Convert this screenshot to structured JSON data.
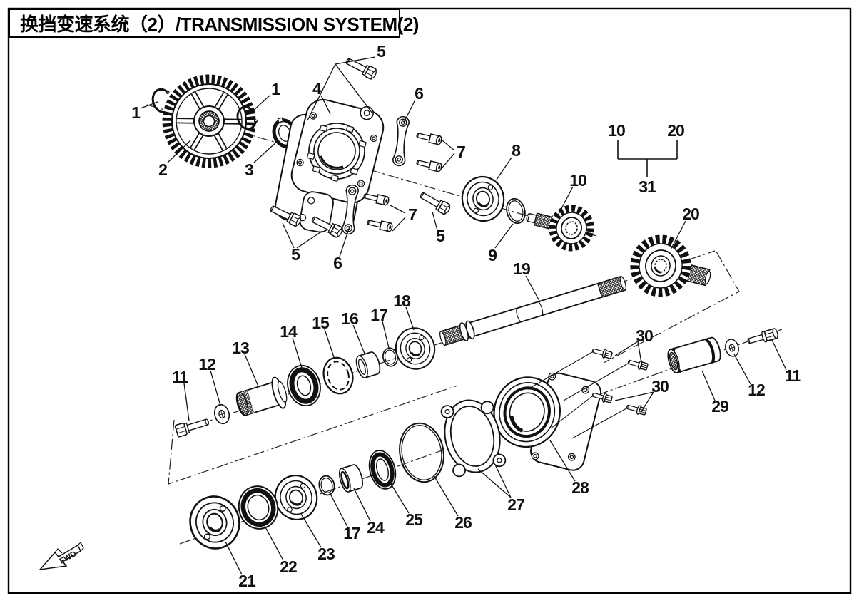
{
  "page": {
    "title": "换挡变速系统（2）/TRANSMISSION SYSTEM(2)",
    "fwd_label": "FWD"
  },
  "diagram": {
    "callouts": {
      "n1a": "1",
      "n2": "2",
      "n1b": "1",
      "n3": "3",
      "n4": "4",
      "n5a": "5",
      "n6a": "6",
      "n7a": "7",
      "n8": "8",
      "n5b": "5",
      "n6b": "6",
      "n7b": "7",
      "n5c": "5",
      "n9": "9",
      "n10a": "10",
      "n10br": "10",
      "n20br": "20",
      "n31": "31",
      "n20a": "20",
      "n19": "19",
      "n18": "18",
      "n17a": "17",
      "n16": "16",
      "n15": "15",
      "n14": "14",
      "n13": "13",
      "n12a": "12",
      "n11a": "11",
      "n30a": "30",
      "n30b": "30",
      "n29": "29",
      "n12c": "12",
      "n11c": "11",
      "n28": "28",
      "n27": "27",
      "n26": "26",
      "n25": "25",
      "n24": "24",
      "n17c": "17",
      "n23": "23",
      "n22": "22",
      "n21": "21"
    }
  }
}
